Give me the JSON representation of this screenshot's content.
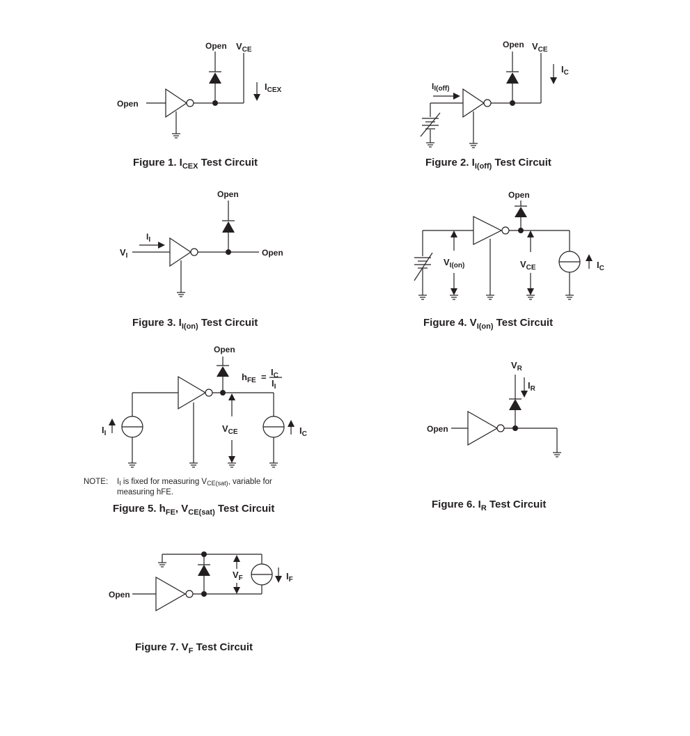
{
  "labels": {
    "open": "Open",
    "v": "V",
    "i": "I",
    "h": "h",
    "ce": "CE",
    "cex": "CEX",
    "c": "C",
    "i_off": "I(off)",
    "i_on": "I(on)",
    "i_sub": "I",
    "fe": "FE",
    "ce_sat": "CE(sat)",
    "r": "R",
    "f": "F",
    "eq": "="
  },
  "figures": {
    "fig1": {
      "prefix": "Figure 1. I",
      "sub": "CEX",
      "suffix": " Test Circuit"
    },
    "fig2": {
      "prefix": "Figure 2. I",
      "sub": "I(off)",
      "suffix": " Test Circuit"
    },
    "fig3": {
      "prefix": "Figure 3. I",
      "sub": "I(on)",
      "suffix": " Test Circuit"
    },
    "fig4": {
      "prefix": "Figure 4. V",
      "sub": "I(on)",
      "suffix": " Test Circuit"
    },
    "fig5": {
      "prefix": "Figure 5. h",
      "sub": "FE",
      "mid": ", V",
      "sub2": "CE(sat)",
      "suffix": " Test Circuit"
    },
    "fig6": {
      "prefix": "Figure 6. I",
      "sub": "R",
      "suffix": " Test Circuit"
    },
    "fig7": {
      "prefix": "Figure 7. V",
      "sub": "F",
      "suffix": " Test Circuit"
    }
  },
  "note": {
    "head": "NOTE:",
    "p1": "I",
    "p1sub": "I",
    "p2": " is fixed for measuring V",
    "p2sub": "CE(sat)",
    "p3": ", variable for",
    "line2": "measuring hFE."
  }
}
